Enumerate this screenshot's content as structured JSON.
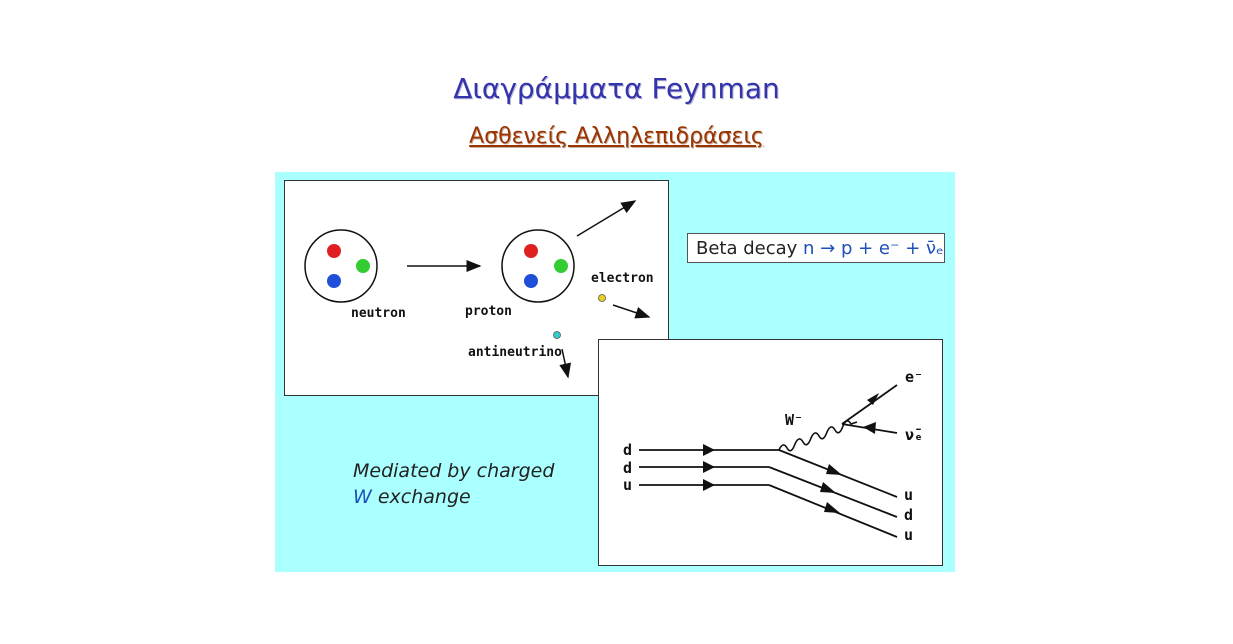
{
  "title": "Διαγράμματα Feynman",
  "subtitle": "Ασθενείς Αλληλεπιδράσεις",
  "decay_diagram": {
    "neutron_label": "neutron",
    "proton_label": "proton",
    "electron_label": "electron",
    "antineutrino_label": "antineutrino"
  },
  "equation": {
    "label": "Beta decay",
    "reaction": "n → p + e⁻ + ν̄ₑ"
  },
  "caption": {
    "line1": "Mediated by charged",
    "line2_w": "W",
    "line2_rest": " exchange"
  },
  "feynman": {
    "boson_label": "W⁻",
    "electron_label": "e⁻",
    "antineutrino_label": "ν̄ₑ",
    "in_quarks": [
      "d",
      "d",
      "u"
    ],
    "out_quarks": [
      "u",
      "d",
      "u"
    ]
  },
  "colors": {
    "title": "#3333aa",
    "subtitle": "#993300",
    "panel": "#aaffff",
    "quark_red": "#e02020",
    "quark_green": "#33cc33",
    "quark_blue": "#1f4fd8",
    "electron": "#e8d020",
    "antineutrino": "#33cccc"
  }
}
